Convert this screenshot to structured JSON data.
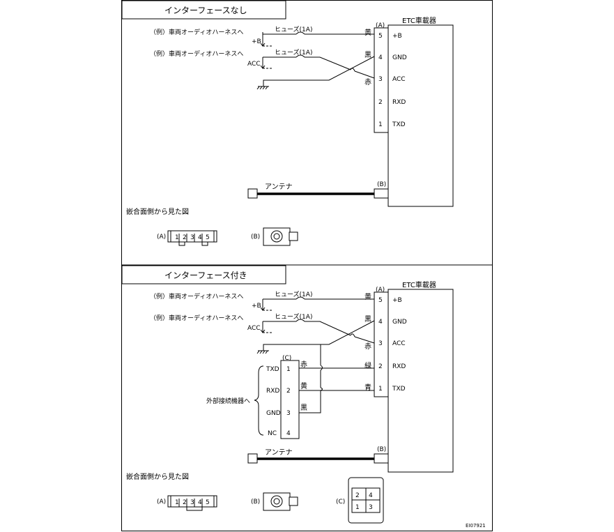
{
  "top": {
    "title": "インターフェースなし",
    "unit": "ETC車載器",
    "conn_a": "(A)",
    "conn_b": "(B)",
    "feed_bplus": "（例）車両オーディオハーネスへ",
    "feed_acc": "（例）車両オーディオハーネスへ",
    "sig_bplus": "+B",
    "sig_acc": "ACC",
    "fuse1": "ヒューズ(1A)",
    "fuse2": "ヒューズ(1A)",
    "pins": [
      {
        "num": "5",
        "name": "+B",
        "color": "黄"
      },
      {
        "num": "4",
        "name": "GND",
        "color": "黒"
      },
      {
        "num": "3",
        "name": "ACC",
        "color": "赤"
      },
      {
        "num": "2",
        "name": "RXD",
        "color": ""
      },
      {
        "num": "1",
        "name": "TXD",
        "color": ""
      }
    ],
    "antenna": "アンテナ",
    "view_title": "嵌合面側から見た図",
    "view_a": "(A)",
    "view_b": "(B)",
    "view_a_pins": [
      "1",
      "2",
      "3",
      "4",
      "5"
    ]
  },
  "bottom": {
    "title": "インターフェース付き",
    "unit": "ETC車載器",
    "conn_a": "(A)",
    "conn_b": "(B)",
    "conn_c": "(C)",
    "feed_bplus": "（例）車両オーディオハーネスへ",
    "feed_acc": "（例）車両オーディオハーネスへ",
    "sig_bplus": "+B",
    "sig_acc": "ACC",
    "fuse1": "ヒューズ(1A)",
    "fuse2": "ヒューズ(1A)",
    "pins": [
      {
        "num": "5",
        "name": "+B",
        "color": "黄"
      },
      {
        "num": "4",
        "name": "GND",
        "color": "黒"
      },
      {
        "num": "3",
        "name": "ACC",
        "color": "赤"
      },
      {
        "num": "2",
        "name": "RXD",
        "color": "緑"
      },
      {
        "num": "1",
        "name": "TXD",
        "color": "青"
      }
    ],
    "ext_label": "外部接続機器へ",
    "ext_pins": [
      {
        "num": "1",
        "name": "TXD",
        "color": "赤"
      },
      {
        "num": "2",
        "name": "RXD",
        "color": "黄"
      },
      {
        "num": "3",
        "name": "GND",
        "color": "黒"
      },
      {
        "num": "4",
        "name": "NC",
        "color": ""
      }
    ],
    "antenna": "アンテナ",
    "view_title": "嵌合面側から見た図",
    "view_a": "(A)",
    "view_b": "(B)",
    "view_c": "(C)",
    "view_a_pins": [
      "1",
      "2",
      "3",
      "4",
      "5"
    ],
    "view_c_pins": [
      "2",
      "4",
      "1",
      "3"
    ]
  },
  "figure_id": "EI07921"
}
